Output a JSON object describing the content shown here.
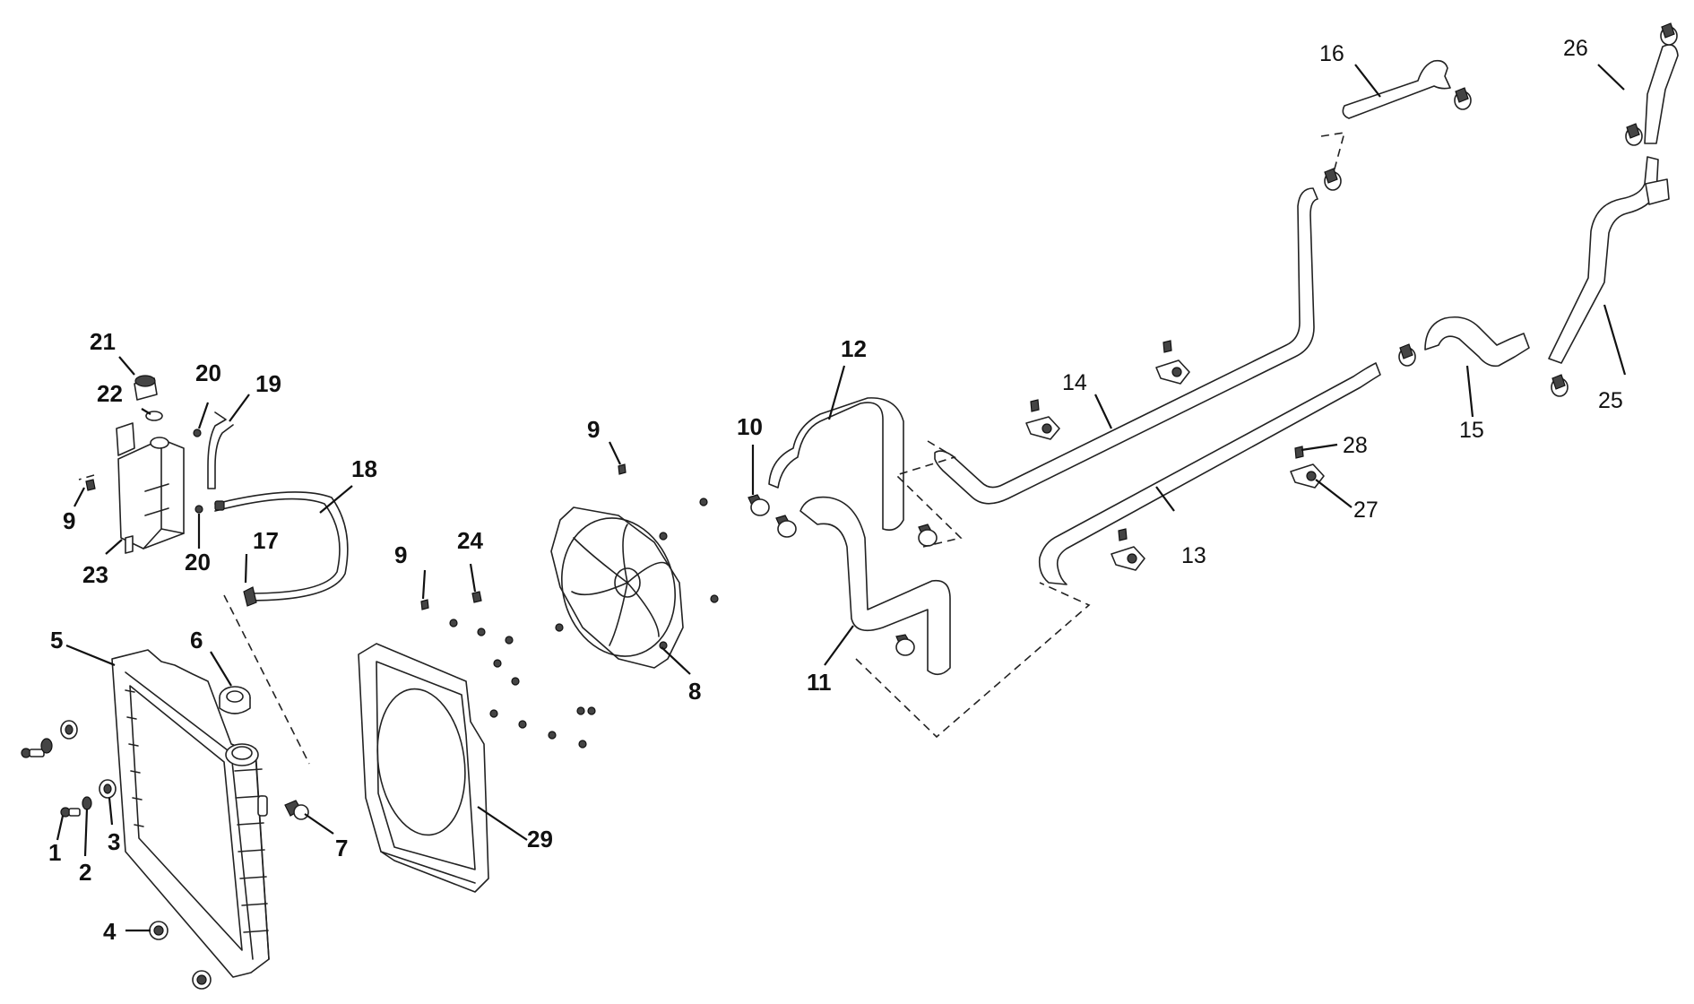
{
  "callouts": {
    "c1": "1",
    "c2": "2",
    "c3": "3",
    "c4": "4",
    "c5": "5",
    "c6": "6",
    "c7": "7",
    "c8": "8",
    "c9a": "9",
    "c9b": "9",
    "c9c": "9",
    "c10": "10",
    "c11": "11",
    "c12": "12",
    "c13": "13",
    "c14": "14",
    "c15": "15",
    "c16": "16",
    "c17": "17",
    "c18": "18",
    "c19": "19",
    "c20a": "20",
    "c20b": "20",
    "c21": "21",
    "c22": "22",
    "c23": "23",
    "c24": "24",
    "c25": "25",
    "c26": "26",
    "c27": "27",
    "c28": "28",
    "c29": "29"
  }
}
